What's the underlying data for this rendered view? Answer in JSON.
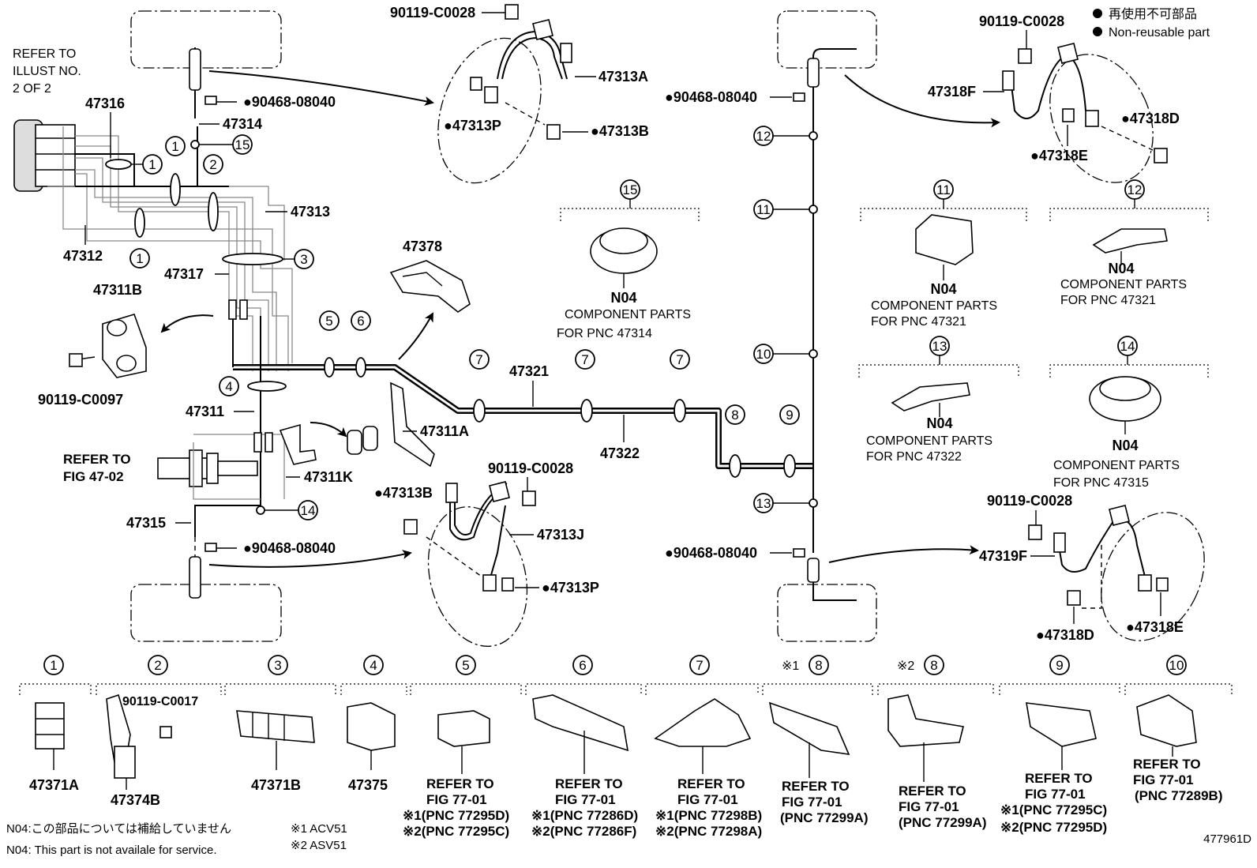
{
  "legend": {
    "jp": "再使用不可部品",
    "en": "Non-reusable part"
  },
  "refer_illust": [
    "REFER TO",
    "ILLUST NO.",
    "2 OF 2"
  ],
  "refer_fig_main": [
    "REFER TO",
    "FIG 47-02"
  ],
  "parts": {
    "p47316": "47316",
    "p47314": "47314",
    "p47313": "47313",
    "p47312": "47312",
    "p47317": "47317",
    "p47311B": "47311B",
    "p47311": "47311",
    "p47311A": "47311A",
    "p47311K": "47311K",
    "p47315": "47315",
    "p47378": "47378",
    "p47321": "47321",
    "p47322": "47322",
    "p47313A": "47313A",
    "p47313P_top": "●47313P",
    "p47313B_top": "●47313B",
    "p47313B_bot": "●47313B",
    "p47313J": "47313J",
    "p47313P_bot": "●47313P",
    "p47318F": "47318F",
    "p47318D_top": "●47318D",
    "p47318E_top": "●47318E",
    "p47319F": "47319F",
    "p47318D_bot": "●47318D",
    "p47318E_bot": "●47318E",
    "b90468_1": "●90468-08040",
    "b90468_2": "●90468-08040",
    "b90468_3": "●90468-08040",
    "b90468_4": "●90468-08040",
    "b90119_a": "90119-C0028",
    "b90119_b": "90119-C0028",
    "b90119_c": "90119-C0028",
    "b90119_d": "90119-C0028",
    "b90119_e": "90119-C0097"
  },
  "callouts": {
    "c1": "1",
    "c2": "2",
    "c3": "3",
    "c4": "4",
    "c5": "5",
    "c6": "6",
    "c7": "7",
    "c8": "8",
    "c9": "9",
    "c10": "10",
    "c11": "11",
    "c12": "12",
    "c13": "13",
    "c14": "14",
    "c15": "15"
  },
  "component_boxes": {
    "b15": {
      "code": "N04",
      "line1": "COMPONENT PARTS",
      "line2": "FOR PNC 47314"
    },
    "b11": {
      "code": "N04",
      "line1": "COMPONENT PARTS",
      "line2": "FOR PNC 47321"
    },
    "b12": {
      "code": "N04",
      "line1": "COMPONENT PARTS",
      "line2": "FOR PNC 47321"
    },
    "b13": {
      "code": "N04",
      "line1": "COMPONENT PARTS",
      "line2": "FOR PNC 47322"
    },
    "b14": {
      "code": "N04",
      "line1": "COMPONENT PARTS",
      "line2": "FOR PNC 47315"
    }
  },
  "bottom_row": {
    "k1": {
      "part": "47371A"
    },
    "k2": {
      "part": "47374B",
      "bolt": "90119-C0017"
    },
    "k3": {
      "part": "47371B"
    },
    "k4": {
      "part": "47375"
    },
    "k5": {
      "lines": [
        "REFER TO",
        "FIG 77-01",
        "※1(PNC 77295D)",
        "※2(PNC 77295C)"
      ]
    },
    "k6": {
      "lines": [
        "REFER TO",
        "FIG 77-01",
        "※1(PNC 77286D)",
        "※2(PNC 77286F)"
      ]
    },
    "k7": {
      "lines": [
        "REFER TO",
        "FIG 77-01",
        "※1(PNC 77298B)",
        "※2(PNC 77298A)"
      ]
    },
    "k8a": {
      "prefix": "※1",
      "lines": [
        "REFER TO",
        "FIG 77-01",
        "(PNC 77299A)"
      ]
    },
    "k8b": {
      "prefix": "※2",
      "lines": [
        "REFER TO",
        "FIG 77-01",
        "(PNC 77299A)"
      ]
    },
    "k9": {
      "lines": [
        "REFER TO",
        "FIG 77-01",
        "※1(PNC 77295C)",
        "※2(PNC 77295D)"
      ]
    },
    "k10": {
      "lines": [
        "REFER TO",
        "FIG 77-01",
        "(PNC 77289B)"
      ]
    }
  },
  "footnotes": {
    "n1": "N04:この部品については補給していません",
    "n2": "N04: This part is not availale for service.",
    "m1": "※1 ACV51",
    "m2": "※2 ASV51"
  },
  "figure_id": "477961D"
}
